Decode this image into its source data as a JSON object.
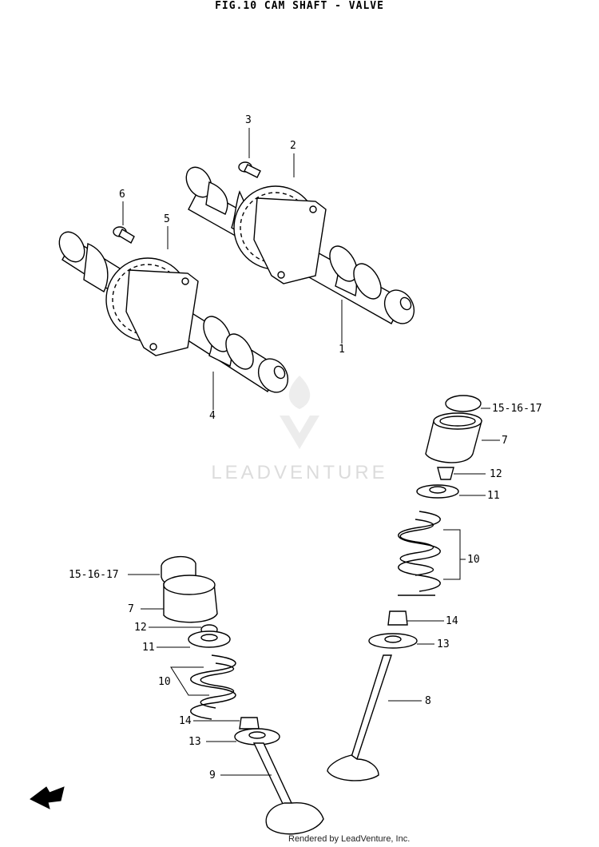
{
  "title": "FIG.10  CAM SHAFT - VALVE",
  "watermark": "LEADVENTURE",
  "credit": "Rendered by LeadVenture, Inc.",
  "callouts": {
    "c1": "1",
    "c2": "2",
    "c3": "3",
    "c4": "4",
    "c5": "5",
    "c6": "6",
    "c15a": "15-16-17",
    "c7a": "7",
    "c12a": "12",
    "c11a": "11",
    "c10a": "10",
    "c14a": "14",
    "c13a": "13",
    "c8": "8",
    "c15b": "15-16-17",
    "c7b": "7",
    "c12b": "12",
    "c11b": "11",
    "c10b": "10",
    "c14b": "14",
    "c13b": "13",
    "c9": "9"
  },
  "icons": {
    "direction": "front-arrow-icon"
  }
}
